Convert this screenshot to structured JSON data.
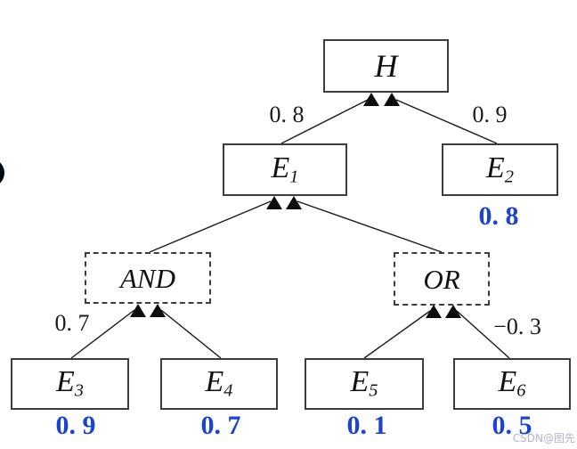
{
  "diagram": {
    "type": "inference-tree",
    "nodes": [
      {
        "id": "H",
        "main": "H",
        "sub": "",
        "shape": "solid"
      },
      {
        "id": "E1",
        "main": "E",
        "sub": "1",
        "shape": "solid"
      },
      {
        "id": "E2",
        "main": "E",
        "sub": "2",
        "shape": "solid"
      },
      {
        "id": "AND",
        "main": "AND",
        "sub": "",
        "shape": "dashed"
      },
      {
        "id": "OR",
        "main": "OR",
        "sub": "",
        "shape": "dashed"
      },
      {
        "id": "E3",
        "main": "E",
        "sub": "3",
        "shape": "solid"
      },
      {
        "id": "E4",
        "main": "E",
        "sub": "4",
        "shape": "solid"
      },
      {
        "id": "E5",
        "main": "E",
        "sub": "5",
        "shape": "solid"
      },
      {
        "id": "E6",
        "main": "E",
        "sub": "6",
        "shape": "solid"
      }
    ],
    "edges": [
      {
        "from": "E1",
        "to": "H",
        "weight": "0. 8"
      },
      {
        "from": "E2",
        "to": "H",
        "weight": "0. 9"
      },
      {
        "from": "AND",
        "to": "E1",
        "weight": ""
      },
      {
        "from": "OR",
        "to": "E1",
        "weight": ""
      },
      {
        "from": "E3",
        "to": "AND",
        "weight": "0. 7"
      },
      {
        "from": "E4",
        "to": "AND",
        "weight": ""
      },
      {
        "from": "E5",
        "to": "OR",
        "weight": ""
      },
      {
        "from": "E6",
        "to": "OR",
        "weight": "−0. 3"
      }
    ],
    "edge_weights": {
      "e1_h": "0. 8",
      "e2_h": "0. 9",
      "e3_and": "0. 7",
      "e6_or": "−0. 3"
    },
    "cf_values": {
      "e2": "0. 8",
      "e3": "0. 9",
      "e4": "0. 7",
      "e5": "0. 1",
      "e6": "0. 5"
    },
    "colors": {
      "value_blue": "#1d44cd",
      "line_black": "#1a1a1a",
      "border_gray": "#3d3d3d"
    },
    "watermark": "CSDN@图先"
  }
}
